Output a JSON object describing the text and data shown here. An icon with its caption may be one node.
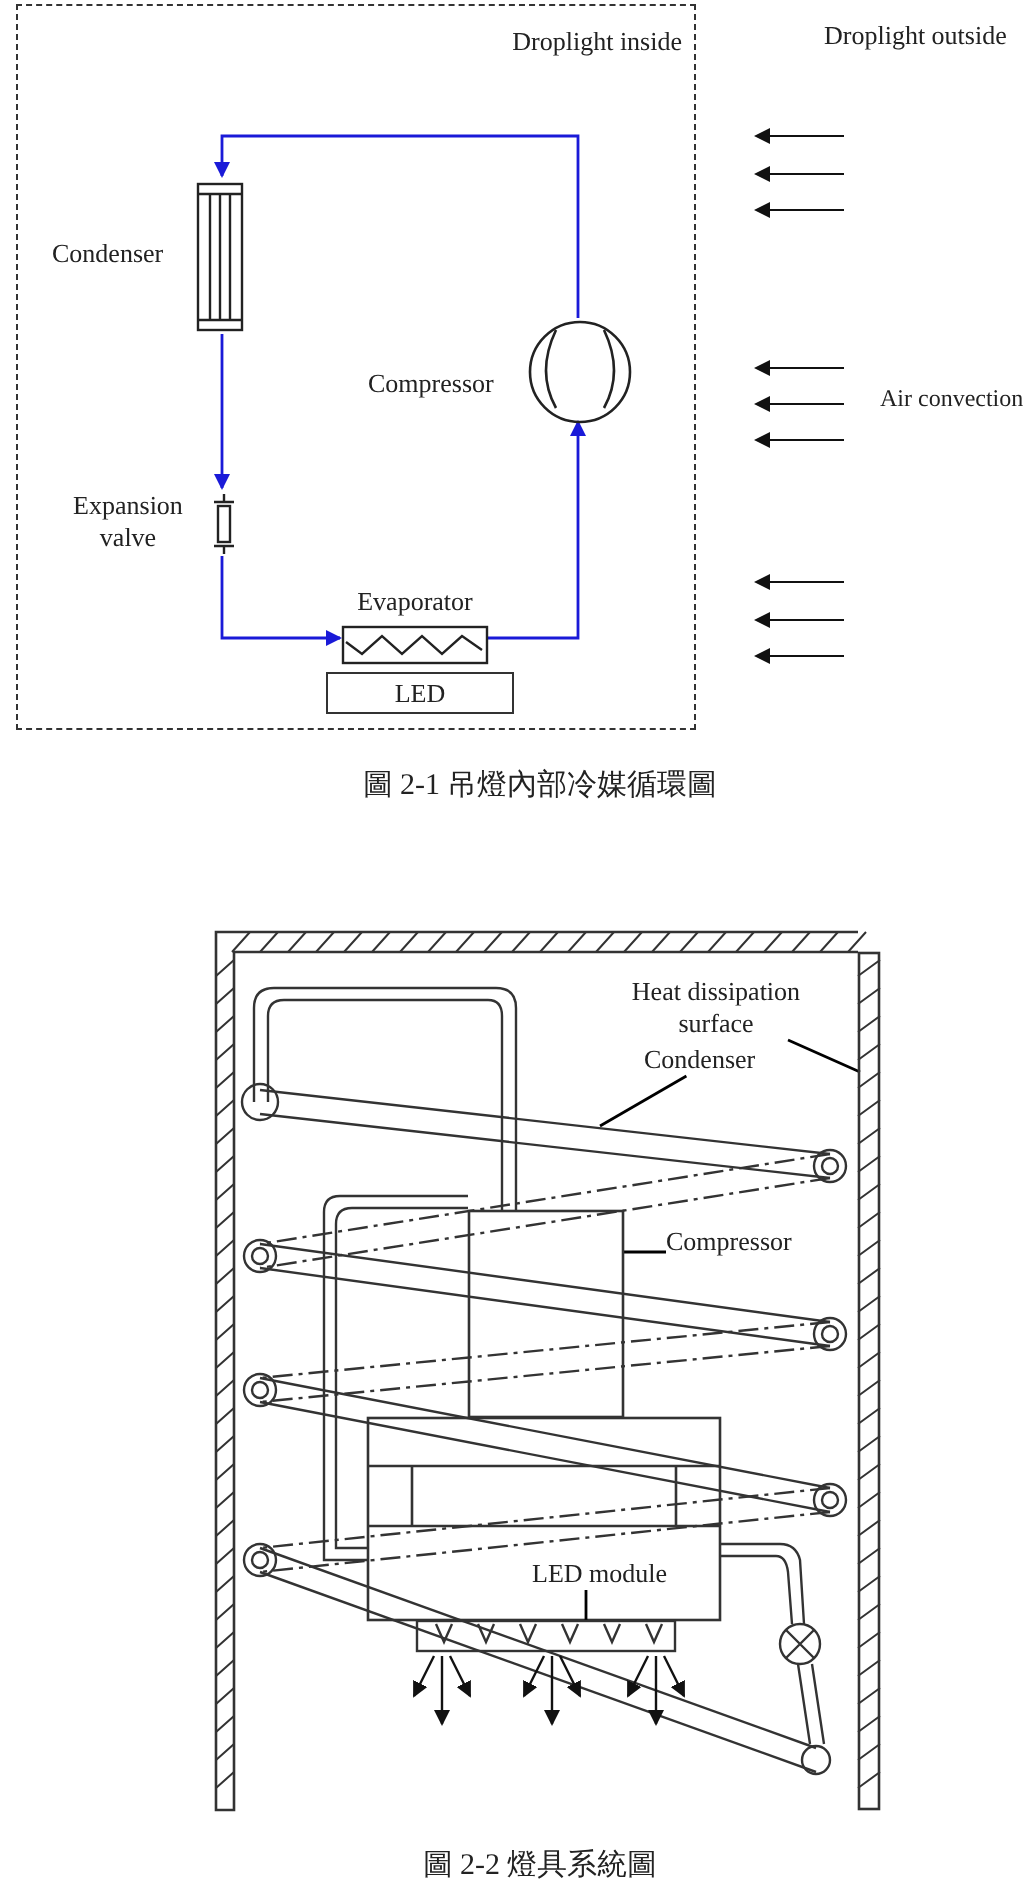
{
  "diagram": {
    "nodes": [
      {
        "text": [
          "Droplight inside"
        ]
      },
      {
        "text": [
          "Condenser"
        ],
        "in": 0
      },
      {
        "text": [
          "Compressor"
        ],
        "in": 0
      },
      {
        "text": [
          "Expansion valve"
        ],
        "in": 0
      },
      {
        "text": [
          "Evaporator"
        ],
        "in": 0
      },
      {
        "text": [
          "LED"
        ],
        "in": 0
      },
      {
        "text": [
          "Heat dissipation surface"
        ]
      },
      {
        "text": [],
        "shape": "box"
      },
      {
        "text": [
          "Condenser"
        ]
      },
      {
        "text": [],
        "shape": "coil"
      },
      {
        "text": [
          "Compressor"
        ]
      },
      {
        "text": [],
        "shape": "box"
      },
      {
        "text": [
          "LED module"
        ]
      },
      {
        "text": [],
        "shape": "bar"
      }
    ],
    "edges": [
      {
        "from": 2,
        "to": 1,
        "arrow": "to"
      },
      {
        "from": 1,
        "to": 3,
        "arrow": "to"
      },
      {
        "from": 3,
        "to": 4,
        "arrow": "to"
      },
      {
        "from": 4,
        "to": 2,
        "arrow": "to"
      },
      {
        "from": 6,
        "to": 7,
        "arrow": "none",
        "color": "#000000"
      },
      {
        "from": 8,
        "to": 9,
        "arrow": "none",
        "color": "#000000"
      },
      {
        "from": 10,
        "to": 11,
        "arrow": "none",
        "color": "#000000"
      },
      {
        "from": 12,
        "to": 13,
        "arrow": "none",
        "color": "#000000"
      }
    ],
    "labels": [
      "Droplight outside",
      "Air convection",
      "圖 2-1 吊燈內部冷媒循環圖",
      "圖 2-2 燈具系統圖"
    ]
  }
}
